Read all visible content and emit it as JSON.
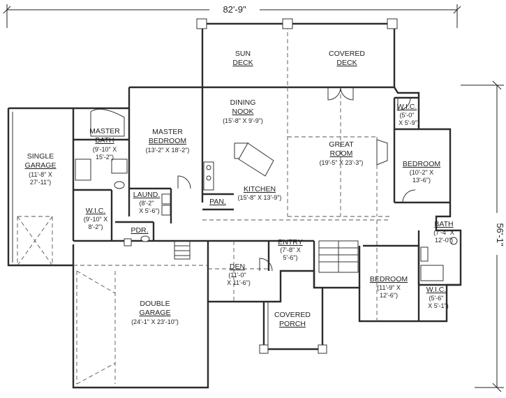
{
  "dimensions": {
    "overall_width": "82'-9\"",
    "overall_depth": "56'-1\""
  },
  "rooms": {
    "sun_deck": {
      "name_1": "SUN",
      "name_2": "DECK"
    },
    "covered_deck": {
      "name_1": "COVERED",
      "name_2": "DECK"
    },
    "dining_nook": {
      "name_1": "DINING",
      "name_2": "NOOK",
      "size": "(15'-8\" X 9'-9\")"
    },
    "master_bedroom": {
      "name_1": "MASTER",
      "name_2": "BEDROOM",
      "size": "(13'-2\" X 18'-2\")"
    },
    "master_bath": {
      "name_1": "MASTER",
      "name_2": "BATH",
      "size_1": "(9'-10\" X",
      "size_2": "15'-2\")"
    },
    "single_garage": {
      "name_1": "SINGLE",
      "name_2": "GARAGE",
      "size_1": "(11'-8\" X",
      "size_2": "27'-11\")"
    },
    "great_room": {
      "name_1": "GREAT",
      "name_2": "ROOM",
      "size": "(19'-5\" X 23'-3\")"
    },
    "kitchen": {
      "name": "KITCHEN",
      "size": "(15'-8\" X 13'-9\")"
    },
    "pantry": {
      "name": "PAN."
    },
    "laundry": {
      "name": "LAUND.",
      "size_1": "(8'-2\"",
      "size_2": "X 5'-6\")"
    },
    "wic_master": {
      "name": "W.I.C.",
      "size_1": "(9'-10\" X",
      "size_2": "8'-2\")"
    },
    "powder": {
      "name": "PDR."
    },
    "wic_bedroom2": {
      "name": "W.I.C.",
      "size_1": "(5'-0\"",
      "size_2": "X 5'-9\")"
    },
    "bedroom_2": {
      "name": "BEDROOM",
      "size_1": "(10'-2\" X",
      "size_2": "13'-6\")"
    },
    "bath_2": {
      "name": "BATH",
      "size_1": "(7'-4\" X",
      "size_2": "12'-0\")"
    },
    "entry": {
      "name": "ENTRY",
      "size_1": "(7'-8\" X",
      "size_2": "5'-6\")"
    },
    "den": {
      "name": "DEN",
      "size_1": "(11'-0\"",
      "size_2": "X 11'-6\")"
    },
    "bedroom_3": {
      "name": "BEDROOM",
      "size_1": "(11'-9\" X",
      "size_2": "12'-6\")"
    },
    "wic_bedroom3": {
      "name": "W.I.C.",
      "size_1": "(5'-6\"",
      "size_2": "X 5'-1\")"
    },
    "double_garage": {
      "name_1": "DOUBLE",
      "name_2": "GARAGE",
      "size": "(24'-1\" X 23'-10\")"
    },
    "covered_porch": {
      "name_1": "COVERED",
      "name_2": "PORCH"
    }
  }
}
